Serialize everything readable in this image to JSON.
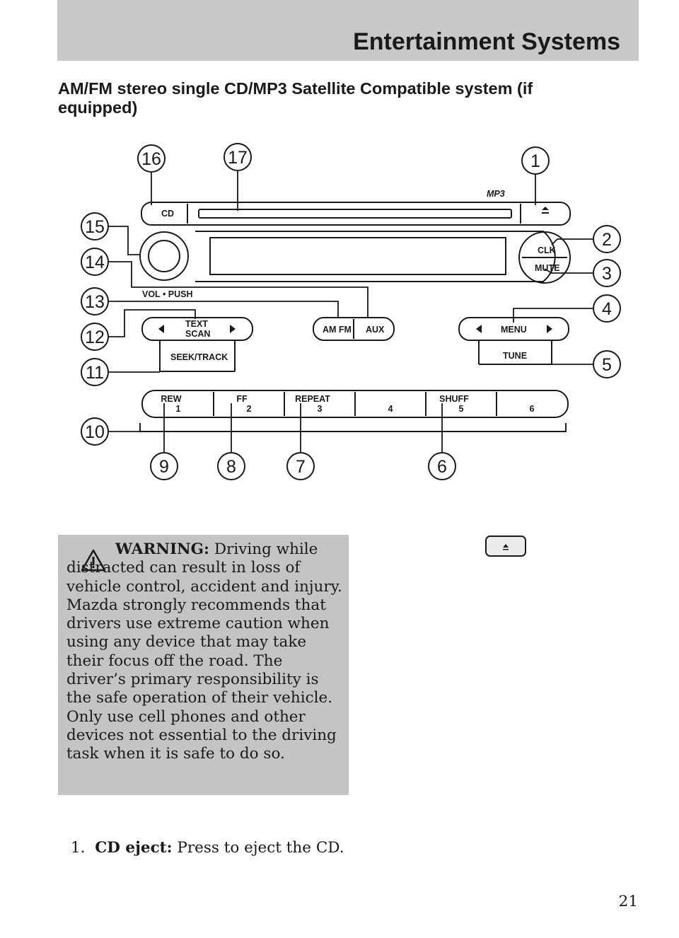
{
  "header": {
    "title": "Entertainment Systems"
  },
  "section": {
    "title": "AM/FM stereo single CD/MP3 Satellite Compatible system (if equipped)"
  },
  "diagram": {
    "mp3_logo": "MP3",
    "cd_label": "CD",
    "vol_label": "VOL • PUSH",
    "clk_label": "CLK",
    "mute_label": "MUTE",
    "text_label_1": "TEXT",
    "text_label_2": "SCAN",
    "seek_label": "SEEK/TRACK",
    "amfm_label": "AM FM",
    "aux_label": "AUX",
    "menu_label": "MENU",
    "tune_label": "TUNE",
    "presets": [
      {
        "name": "REW",
        "number": "1"
      },
      {
        "name": "FF",
        "number": "2"
      },
      {
        "name": "REPEAT",
        "number": "3"
      },
      {
        "name": "",
        "number": "4"
      },
      {
        "name": "SHUFF",
        "number": "5"
      },
      {
        "name": "",
        "number": "6"
      }
    ],
    "callouts": [
      "1",
      "2",
      "3",
      "4",
      "5",
      "6",
      "7",
      "8",
      "9",
      "10",
      "11",
      "12",
      "13",
      "14",
      "15",
      "16",
      "17"
    ]
  },
  "warning": {
    "label": "WARNING:",
    "text": " Driving while distracted can result in loss of vehicle control, accident and injury. Mazda strongly recommends that drivers use extreme caution when using any device that may take their focus off the road. The driver’s primary responsibility is the safe operation of their vehicle. Only use cell phones and other devices not essential to the driving task when it is safe to do so."
  },
  "items": [
    {
      "number": "1.",
      "term": "CD eject:",
      "text": " Press to eject the CD."
    }
  ],
  "page_number": "21",
  "colors": {
    "header_band": "#c8c8c8",
    "warning_box": "#c4c4c4",
    "ink": "#1a1a1a"
  }
}
